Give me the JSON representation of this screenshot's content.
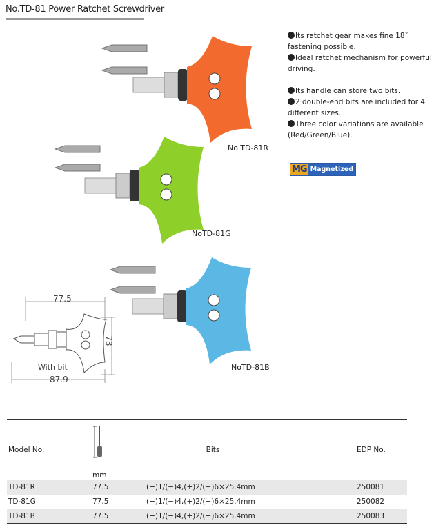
{
  "title": "No.TD-81 Power Ratchet Screwdriver",
  "features": [
    "Its ratchet gear makes fine 18˚ fastening possible.",
    "Ideal ratchet mechanism for powerful driving.",
    "Its handle can store two bits.",
    "2 double-end bits are included for 4 different sizes.",
    "Three color variations are available (Red/Green/Blue)."
  ],
  "badge": {
    "mg": "MG",
    "text": "Magnetized"
  },
  "products": [
    {
      "label": "No.TD-81R",
      "color": "#f26a2e"
    },
    {
      "label": "NoTD-81G",
      "color": "#8fcf2a"
    },
    {
      "label": "NoTD-81B",
      "color": "#5bb8e4"
    }
  ],
  "drawing": {
    "width": "77.5",
    "height": "73",
    "with_bit_label": "With bit",
    "with_bit_length": "87.9"
  },
  "table": {
    "headers": {
      "model": "Model No.",
      "length_unit": "mm",
      "bits": "Bits",
      "edp": "EDP No."
    },
    "rows": [
      {
        "model": "TD-81R",
        "length": "77.5",
        "bits": "(+)1/(−)4,(+)2/(−)6×25.4mm",
        "edp": "250081"
      },
      {
        "model": "TD-81G",
        "length": "77.5",
        "bits": "(+)1/(−)4,(+)2/(−)6×25.4mm",
        "edp": "250082"
      },
      {
        "model": "TD-81B",
        "length": "77.5",
        "bits": "(+)1/(−)4,(+)2/(−)6×25.4mm",
        "edp": "250083"
      }
    ]
  }
}
